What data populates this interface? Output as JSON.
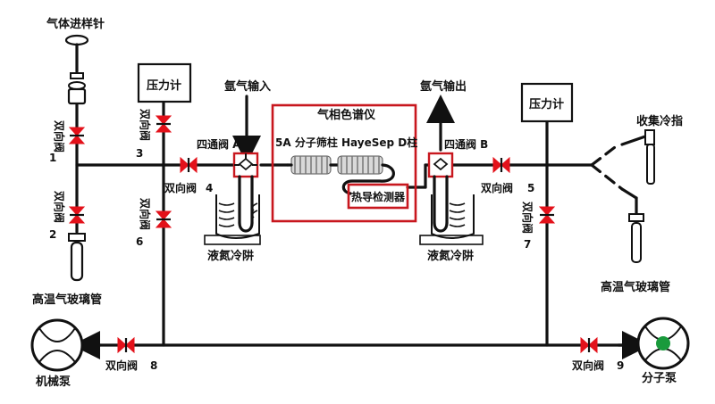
{
  "labels": {
    "gas_inlet_needle": "气体进样针",
    "pressure_gauge_left": "压力计",
    "pressure_gauge_right": "压力计",
    "argon_in": "氩气输入",
    "argon_out": "氩气输出",
    "gc": "气相色谱仪",
    "four_way_a": "四通阀 A",
    "four_way_b": "四通阀 B",
    "column_5a": "5A 分子筛柱",
    "column_hayesep": "HayeSep D柱",
    "tcd": "热导检测器",
    "cold_trap_left": "液氮冷阱",
    "cold_trap_right": "液氮冷阱",
    "collect_finger": "收集冷指",
    "hot_glass_left": "高温气玻璃管",
    "hot_glass_right": "高温气玻璃管",
    "mech_pump": "机械泵",
    "mol_pump": "分子泵"
  },
  "valves": {
    "v1": {
      "name": "双向阀",
      "num": "1"
    },
    "v2": {
      "name": "双向阀",
      "num": "2"
    },
    "v3": {
      "name": "双向阀",
      "num": "3"
    },
    "v4": {
      "name": "双向阀",
      "num": "4"
    },
    "v5": {
      "name": "双向阀",
      "num": "5"
    },
    "v6": {
      "name": "双向阀",
      "num": "6"
    },
    "v7": {
      "name": "双向阀",
      "num": "7"
    },
    "v8": {
      "name": "双向阀",
      "num": "8"
    },
    "v9": {
      "name": "双向阀",
      "num": "9"
    }
  },
  "colors": {
    "valve": "#e3111a",
    "frame": "#c8171e",
    "line": "#111111",
    "pump_dot": "#1a9a3c"
  }
}
